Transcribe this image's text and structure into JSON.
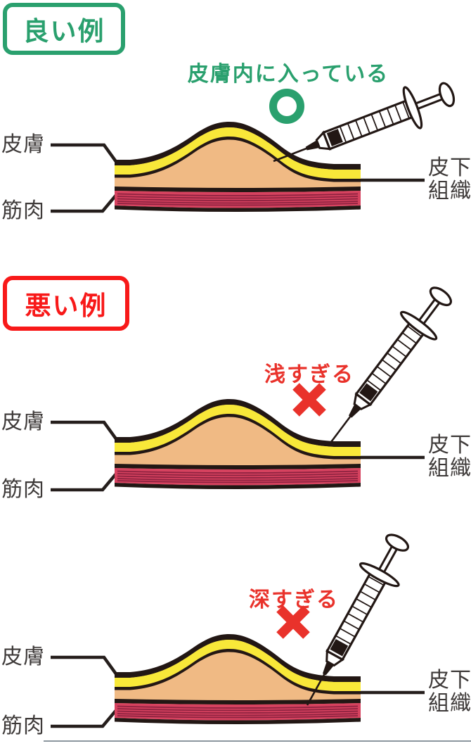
{
  "colors": {
    "good_green": "#2aa06e",
    "bad_red": "#f81919",
    "mark_red": "#e9322b",
    "skin_yellow": "#f8e839",
    "subcutaneous_peach": "#f0ba84",
    "muscle_red": "#d6425f",
    "muscle_stripe": "#8e2240",
    "outline_black": "#221714",
    "label_gray": "#3e3a39"
  },
  "layer_labels": {
    "skin": "皮膚",
    "muscle": "筋肉",
    "subcutaneous_line1": "皮下",
    "subcutaneous_line2": "組織"
  },
  "sections": [
    {
      "badge": "良い例",
      "annotation": "皮膚内に入っている",
      "mark": "circle"
    },
    {
      "badge": "悪い例",
      "annotation": "浅すぎる",
      "mark": "cross"
    },
    {
      "annotation": "深すぎる",
      "mark": "cross"
    }
  ]
}
